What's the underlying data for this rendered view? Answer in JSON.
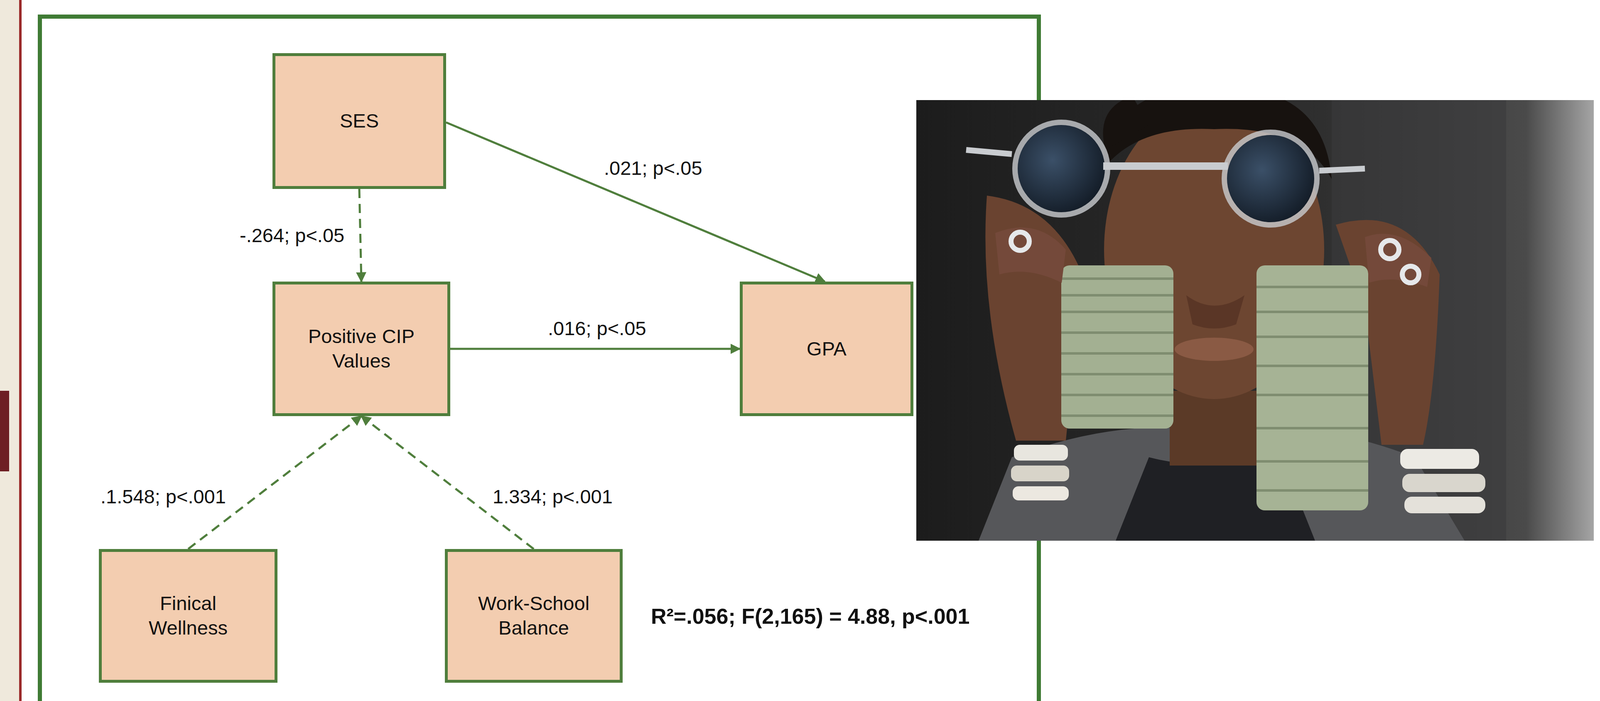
{
  "diagram": {
    "nodes": [
      {
        "text": [
          "SES"
        ]
      },
      {
        "text": [
          "Positive CIP Values"
        ]
      },
      {
        "text": [
          "GPA"
        ]
      },
      {
        "text": [
          "Finical Wellness"
        ]
      },
      {
        "text": [
          "Work-School Balance"
        ]
      }
    ],
    "edges": [
      {
        "from": 0,
        "to": 2,
        "arrow": "to",
        "label": ".021; p<.05"
      },
      {
        "from": 0,
        "to": 1,
        "arrow": "to",
        "label": "-.264; p<.05"
      },
      {
        "from": 1,
        "to": 2,
        "arrow": "to",
        "label": ".016; p<.05"
      },
      {
        "from": 3,
        "to": 1,
        "arrow": "to",
        "label": ".1.548; p<.001"
      },
      {
        "from": 4,
        "to": 1,
        "arrow": "to",
        "label": "1.334; p<.001"
      }
    ],
    "labels": [
      "R²=.056; F(2,165) = 4.88, p<.001"
    ]
  }
}
